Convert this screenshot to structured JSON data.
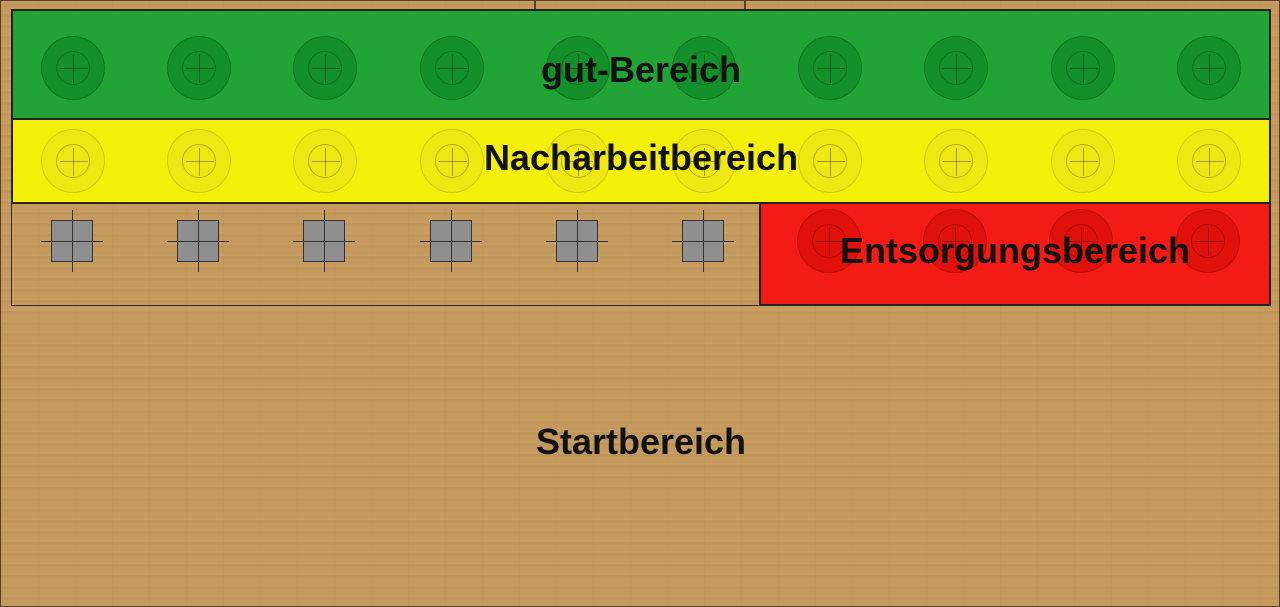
{
  "zones": {
    "good": {
      "label": "gut-Bereich",
      "color": "#22a336"
    },
    "rework": {
      "label": "Nacharbeitbereich",
      "color": "#f5f00a"
    },
    "dispose": {
      "label": "Entsorgungsbereich",
      "color": "#f21c14"
    },
    "start": {
      "label": "Startbereich",
      "color": "#c49a5e"
    }
  },
  "slots": {
    "good_count": 10,
    "rework_count": 10,
    "dispose_count": 4
  },
  "parts": {
    "count": 6,
    "color": "#8f8f8f"
  }
}
